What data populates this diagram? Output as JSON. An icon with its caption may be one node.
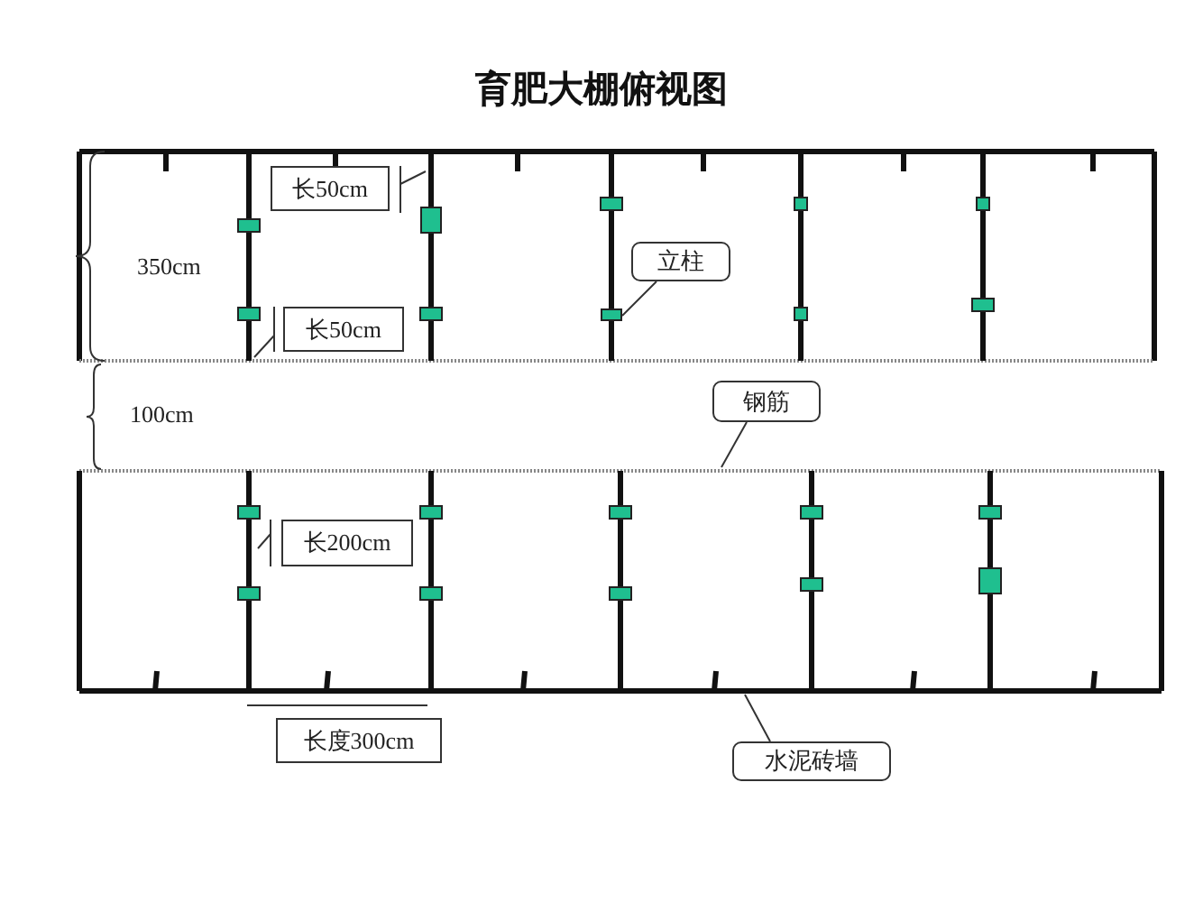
{
  "diagram": {
    "title": "育肥大棚俯视图",
    "nodes": [
      {
        "text": [
          "长50cm"
        ]
      },
      {
        "text": [
          "长50cm"
        ]
      },
      {
        "text": [
          "立柱"
        ]
      },
      {
        "text": [
          "钢筋"
        ]
      },
      {
        "text": [
          "长200cm"
        ]
      },
      {
        "text": [
          "长度300cm"
        ]
      },
      {
        "text": [
          "水泥砖墙"
        ]
      },
      {
        "text": [],
        "shape": "box"
      }
    ],
    "edges": [
      {
        "from": 2,
        "to": 7,
        "arrow": "none"
      },
      {
        "from": 3,
        "to": null,
        "arrow": "none"
      },
      {
        "from": 6,
        "to": null,
        "arrow": "none"
      }
    ],
    "labels": [
      "350cm",
      "100cm"
    ]
  }
}
